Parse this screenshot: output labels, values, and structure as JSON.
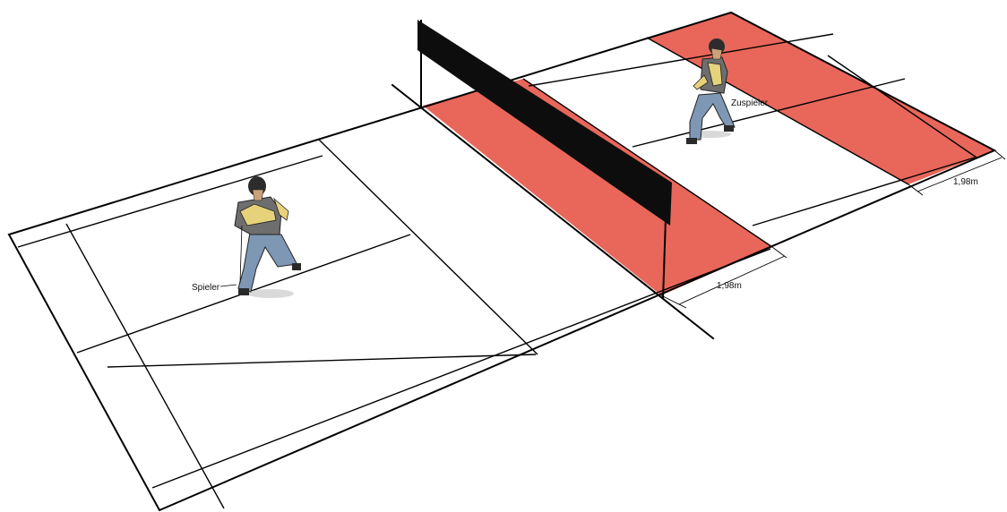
{
  "labels": {
    "player": "Spieler",
    "setter": "Zuspieler",
    "dimension_near": "1,98m",
    "dimension_far": "1,98m"
  },
  "colors": {
    "zone_fill": "#e8675a",
    "net_fill": "#0d0d0d",
    "line": "#000000",
    "background": "#ffffff",
    "shirt": "#6e6e6e",
    "vest": "#e7d27c",
    "trousers": "#7e97b5",
    "skin": "#c9a27a"
  }
}
